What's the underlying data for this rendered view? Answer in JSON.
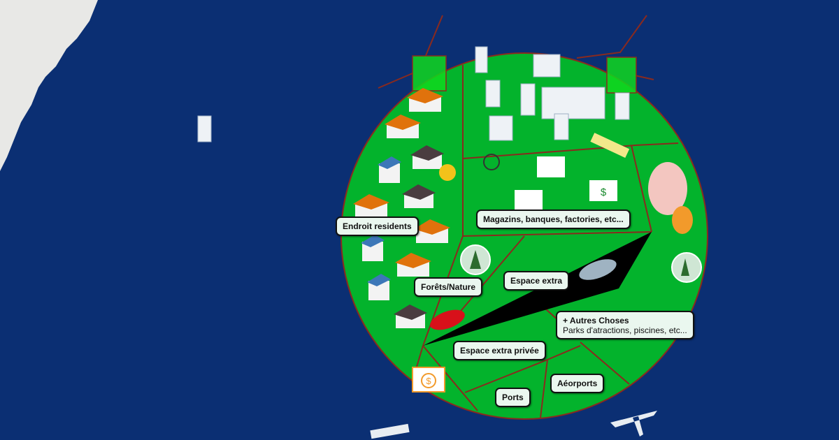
{
  "zones": {
    "residents": "Endroit residents",
    "commerce": "Magazins, banques, factories, etc...",
    "forest": "Forêts/Nature",
    "extra": "Espace extra",
    "extra_private": "Espace extra privée",
    "others_title": "+ Autres Choses",
    "others_sub": "Parks d'atractions, piscines, etc...",
    "airports": "Aéorports",
    "ports": "Ports"
  },
  "colors": {
    "sea": "#0b2f73",
    "land": "#03b32c",
    "border": "#8a2a1e",
    "road": "#000000"
  }
}
